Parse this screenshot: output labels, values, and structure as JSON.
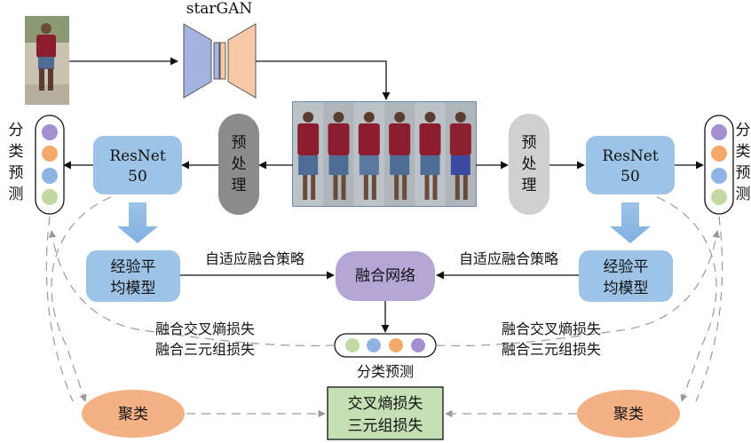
{
  "generator_label": "starGAN",
  "preprocess_label": [
    "预",
    "处",
    "理"
  ],
  "backbone_label": [
    "ResNet",
    "50"
  ],
  "mean_teacher_label": [
    "经验平",
    "均模型"
  ],
  "adaptive_fusion_label": "自适应融合策略",
  "fusion_network_label": "融合网络",
  "fused_loss_label": [
    "融合交叉熵损失",
    "融合三元组损失"
  ],
  "classification_label": "分类预测",
  "classification_vertical": [
    "分",
    "类",
    "预",
    "测"
  ],
  "clustering_label": "聚类",
  "loss_box_label": [
    "交叉熵损失",
    "三元组损失"
  ],
  "colors": {
    "resnet": "#9dc3e6",
    "ema": "#9dc3e6",
    "fusion": "#b4a7d6",
    "preprocess_left": "#8c8c8c",
    "preprocess_right": "#d0d0d0",
    "cluster": "#f4b183",
    "loss_box": "#c5e0b4",
    "gen_encoder": "#a4b4e0",
    "gen_decoder": "#f8c9a6",
    "dot_purple": "#a68fd0",
    "dot_orange": "#f4a96a",
    "dot_blue": "#8fb4e3",
    "dot_green": "#c3d9a3"
  }
}
